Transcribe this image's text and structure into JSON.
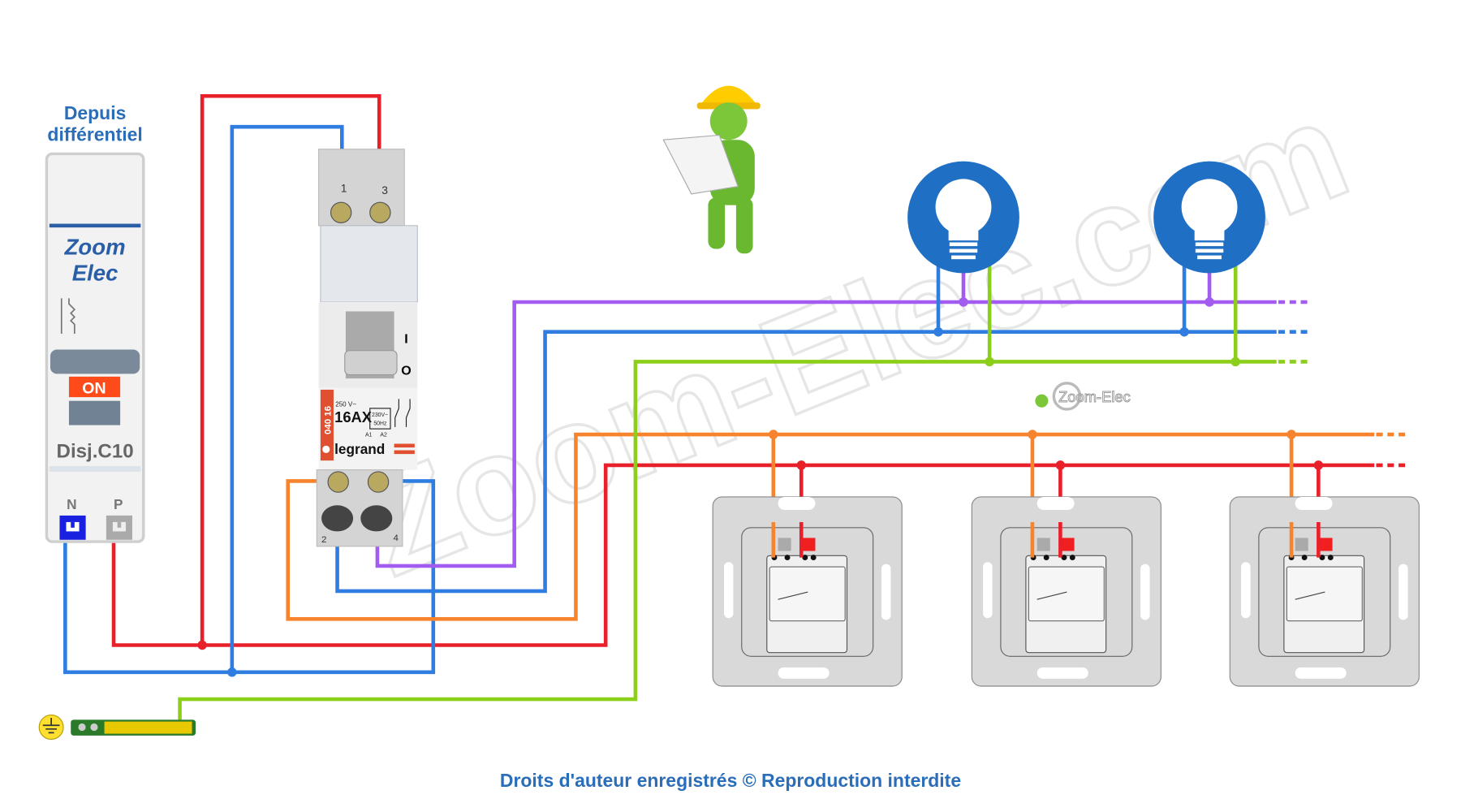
{
  "source_label": {
    "line1": "Depuis",
    "line2": "différentiel"
  },
  "breaker": {
    "brand_line1": "Zoom",
    "brand_line2": "Elec",
    "state": "ON",
    "model": "Disj.C10",
    "terminal_neutral": "N",
    "terminal_phase": "P"
  },
  "contactor": {
    "terminal_1": "1",
    "terminal_3": "3",
    "terminal_2": "2",
    "terminal_4": "4",
    "on_mark": "I",
    "off_mark": "O",
    "voltage": "250 V~",
    "rating": "16AX",
    "coil_voltage": "230V~",
    "coil_freq": "50Hz",
    "coil_a1": "A1",
    "coil_a2": "A2",
    "reference": "040 16",
    "brand": "legrand"
  },
  "watermark": "Zoom-Elec.com",
  "logo_text": "Zoom-Elec",
  "footer": "Droits d'auteur enregistrés © Reproduction interdite",
  "colors": {
    "phase": "#e8202a",
    "neutral": "#2f7de0",
    "lamp_return": "#a35cf0",
    "earth": "#8ccf1a",
    "control": "#f7842d",
    "label": "#2a6db8"
  },
  "lamps": [
    {
      "icon": "light-bulb-icon"
    },
    {
      "icon": "light-bulb-icon"
    }
  ],
  "push_buttons": [
    {
      "icon": "push-button"
    },
    {
      "icon": "push-button"
    },
    {
      "icon": "push-button"
    }
  ]
}
